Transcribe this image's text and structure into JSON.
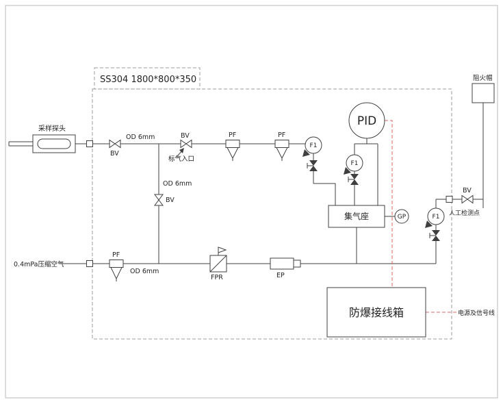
{
  "frame": {
    "enclosure_label": "SS304 1800*800*350"
  },
  "components": {
    "sampling_probe": "采样探头",
    "compressed_air": "0.4mPa压缩空气",
    "cal_gas_inlet": "标气入口",
    "manifold": "集气座",
    "analyzer": "PID",
    "pressure_gauge": "GP",
    "flow_meter": "F1",
    "junction_box": "防爆接线箱",
    "flame_arrestor": "阻火帽",
    "manual_check_point": "人工检测点",
    "power_signal_line": "电源及信号线",
    "ball_valve": "BV",
    "particulate_filter": "PF",
    "filter_regulator": "FPR",
    "ejector": "EP",
    "pipe_od": "OD 6mm"
  },
  "colors": {
    "line": "#3f3f3f",
    "enclosure_dash": "#9b9b9b",
    "signal_line": "#e06060",
    "background": "#ffffff",
    "outer_border": "#b8b8b8"
  }
}
